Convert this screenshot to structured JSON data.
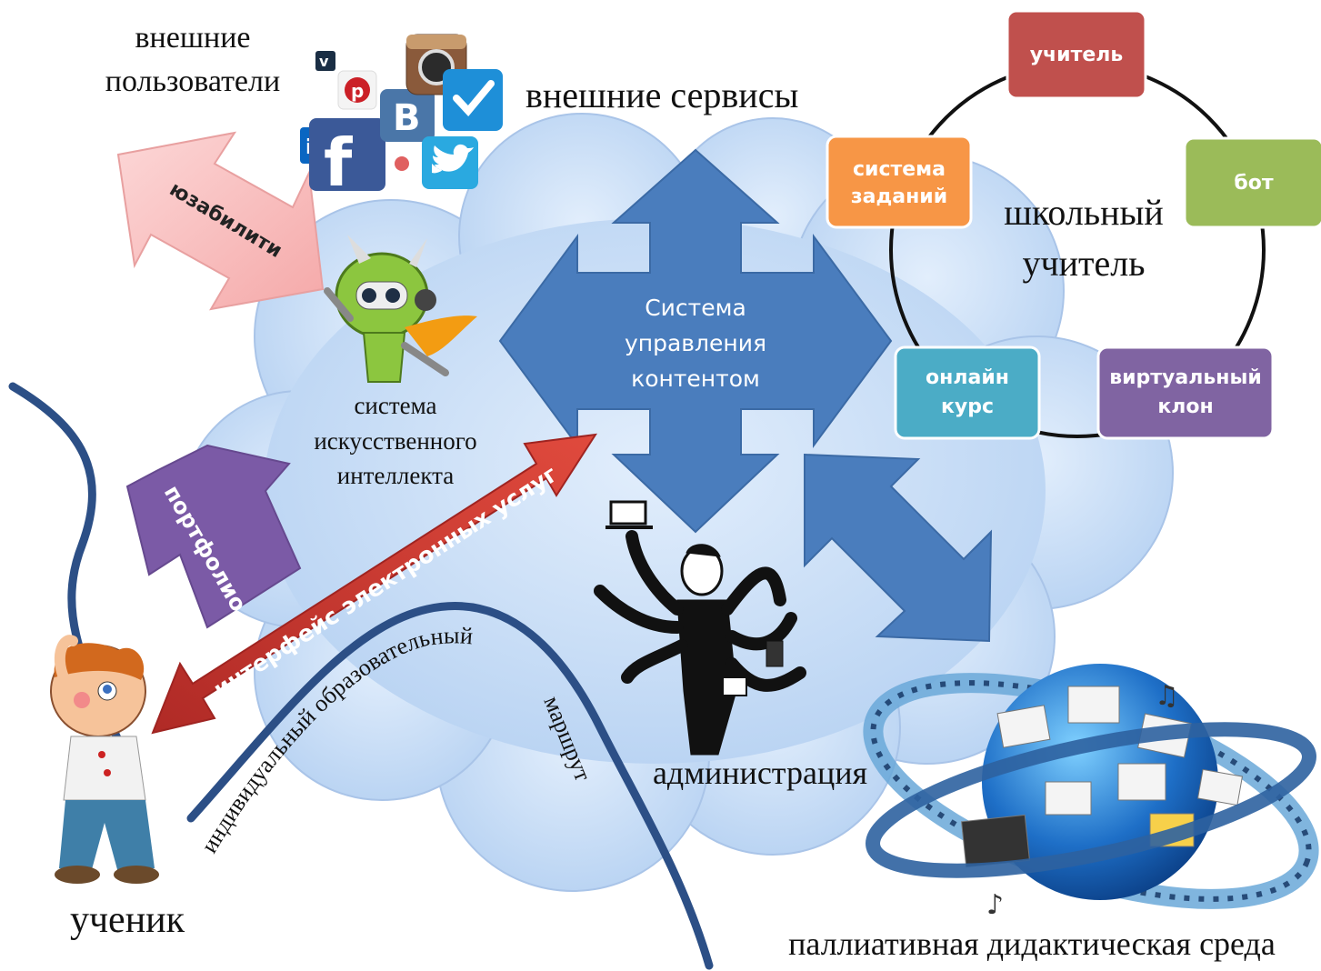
{
  "labels": {
    "external_users_line1": "внешние",
    "external_users_line2": "пользователи",
    "external_services": "внешние сервисы",
    "usability": "юзабилити",
    "portfolio": "портфолио",
    "ai_line1": "система",
    "ai_line2": "искусственного",
    "ai_line3": "интеллекта",
    "cms_line1": "Система",
    "cms_line2": "управления",
    "cms_line3": "контентом",
    "eservices_interface": "интерфейс электронных услуг",
    "route_line1": "индивидуальный образовательный",
    "route_line2": "маршрут",
    "administration": "администрация",
    "student": "ученик",
    "environment": "паллиативная дидактическая среда",
    "school_teacher_line1": "школьный",
    "school_teacher_line2": "учитель"
  },
  "cycle": {
    "teacher": "учитель",
    "bot": "бот",
    "tasks_line1": "система",
    "tasks_line2": "заданий",
    "online_line1": "онлайн",
    "online_line2": "курс",
    "clone_line1": "виртуальный",
    "clone_line2": "клон"
  },
  "colors": {
    "cloud": "#c6dcf7",
    "cms_arrow": "#4a7dbd",
    "teacher": "#c0504d",
    "bot": "#9bbb59",
    "tasks": "#f79646",
    "online": "#4bacc6",
    "clone": "#8064a2",
    "route_line": "#2c4f86",
    "usability": "#f9c0c0",
    "portfolio": "#7b5aa6",
    "eservices": "#c9302c"
  },
  "icons": [
    "social-network-icons",
    "robot-mascot-icon",
    "businessman-icon",
    "student-boy-icon",
    "globe-media-icon"
  ]
}
